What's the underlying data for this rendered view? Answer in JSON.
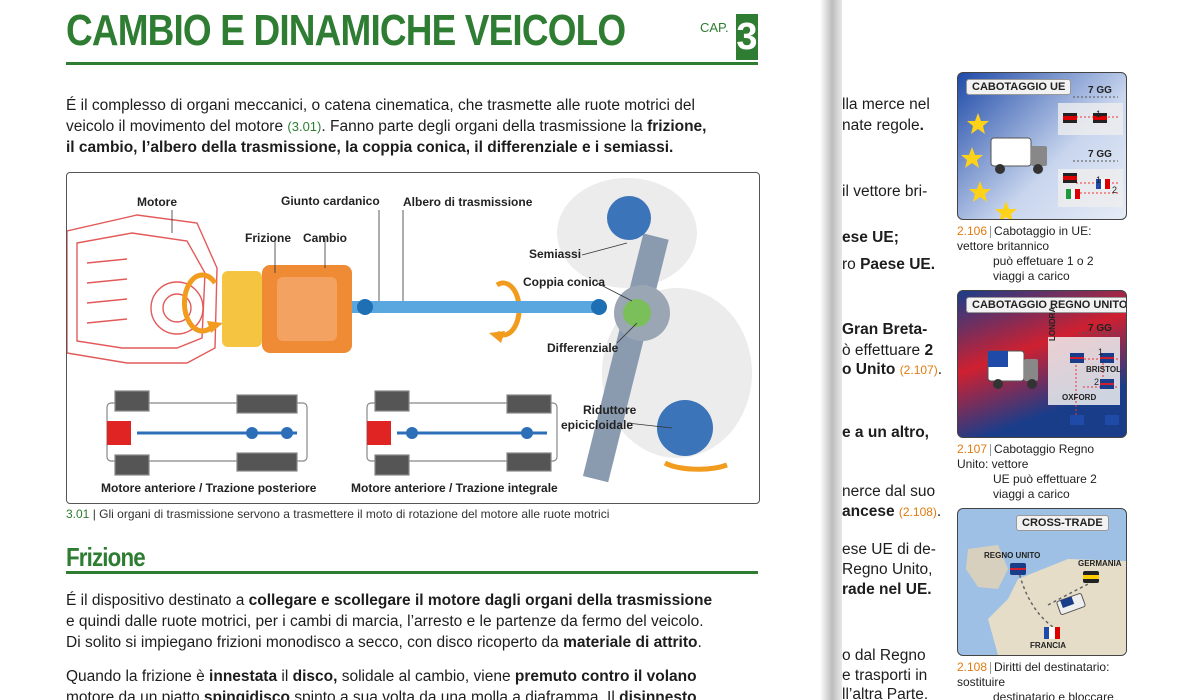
{
  "chapter": {
    "title": "CAMBIO E DINAMICHE VEICOLO",
    "cap_label": "CAP.",
    "cap_number": "3"
  },
  "intro": {
    "line1": "É il complesso di organi meccanici, o catena cinematica, che trasmette alle ruote motrici del",
    "line2_a": "veicolo il movimento del motore ",
    "line2_ref": "(3.01)",
    "line2_b": ". Fanno parte degli organi della trasmissione la ",
    "line2_bold": "frizione,",
    "line3_bold": "il cambio, l’albero della trasmissione, la coppia conica, il differenziale e i semiassi."
  },
  "figure": {
    "labels": {
      "motore": "Motore",
      "frizione": "Frizione",
      "cambio": "Cambio",
      "giunto": "Giunto cardanico",
      "albero": "Albero di trasmissione",
      "semiassi": "Semiassi",
      "coppia": "Coppia conica",
      "differenziale": "Differenziale",
      "riduttore1": "Riduttore",
      "riduttore2": "epicicloidale",
      "layout1": "Motore anteriore / Trazione posteriore",
      "layout2": "Motore anteriore / Trazione integrale"
    },
    "caption_num": "3.01",
    "caption_text": "Gli organi di trasmissione servono a trasmettere il moto di rotazione del motore alle ruote motrici"
  },
  "section": {
    "title": "Frizione",
    "p1_l1_a": "É il dispositivo destinato a ",
    "p1_l1_bold": "collegare e scollegare il motore dagli organi della trasmissione",
    "p1_l2": "e quindi dalle ruote motrici, per i cambi di marcia, l’arresto e le partenze da fermo del veicolo.",
    "p1_l3_a": "Di solito si impiegano frizioni monodisco a secco, con disco ricoperto da ",
    "p1_l3_bold": "materiale di attrito",
    "p1_l3_b": ".",
    "p2_l1_a": "Quando la frizione è ",
    "p2_l1_b1": "innestata",
    "p2_l1_b": " il ",
    "p2_l1_b2": "disco,",
    "p2_l1_c": " solidale al cambio, viene ",
    "p2_l1_b3": "premuto contro il volano",
    "p2_l2_a": "motore da un piatto ",
    "p2_l2_b1": "spingidisco",
    "p2_l2_b": " spinto a sua volta da una molla a diaframma. Il ",
    "p2_l2_b2": "disinnesto"
  },
  "right_text": {
    "t1": "lla merce nel",
    "t2_a": "nate regole",
    "t2_b": ".",
    "t3": "il vettore bri-",
    "t4": "ese UE;",
    "t5_a": "ro ",
    "t5_b": "Paese UE.",
    "t6": "Gran Breta-",
    "t7_a": "ò effettuare ",
    "t7_b": "2",
    "t8_a": "o Unito ",
    "t8_ref": "(2.107)",
    "t8_b": ".",
    "t9": "e a un altro,",
    "t10": "nerce dal suo",
    "t11_a": "ancese ",
    "t11_ref": "(2.108)",
    "t11_b": ".",
    "t12": "ese UE di de-",
    "t13": "Regno Unito,",
    "t14": "rade nel UE.",
    "t15": "o dal Regno",
    "t16": "e trasporti in",
    "t17": "ll’altra Parte."
  },
  "cards": [
    {
      "title": "CABOTAGGIO UE",
      "days1": "7 GG",
      "days2": "7 GG",
      "n1": "1",
      "n2": "1",
      "n3": "2",
      "caption_num": "2.106",
      "caption_l1": "Cabotaggio in UE: vettore britannico",
      "caption_l2": "può effetuare 1 o 2 viaggi a carico"
    },
    {
      "title": "CABOTAGGIO REGNO UNITO",
      "days": "7 GG",
      "city1": "LONDRA",
      "city2": "BRISTOL",
      "city3": "OXFORD",
      "n1": "1",
      "n2": "2",
      "caption_num": "2.107",
      "caption_l1": "Cabotaggio Regno Unito: vettore",
      "caption_l2": "UE può effettuare 2 viaggi a carico"
    },
    {
      "title": "CROSS-TRADE",
      "label1": "REGNO UNITO",
      "label2": "GERMANIA",
      "label3": "FRANCIA",
      "caption_num": "2.108",
      "caption_l1": "Diritti del destinatario: sostituire",
      "caption_l2": "destinatario e bloccare la riconsegna"
    }
  ],
  "colors": {
    "accent_green": "#2e7d32",
    "ref_orange": "#e07b10"
  }
}
